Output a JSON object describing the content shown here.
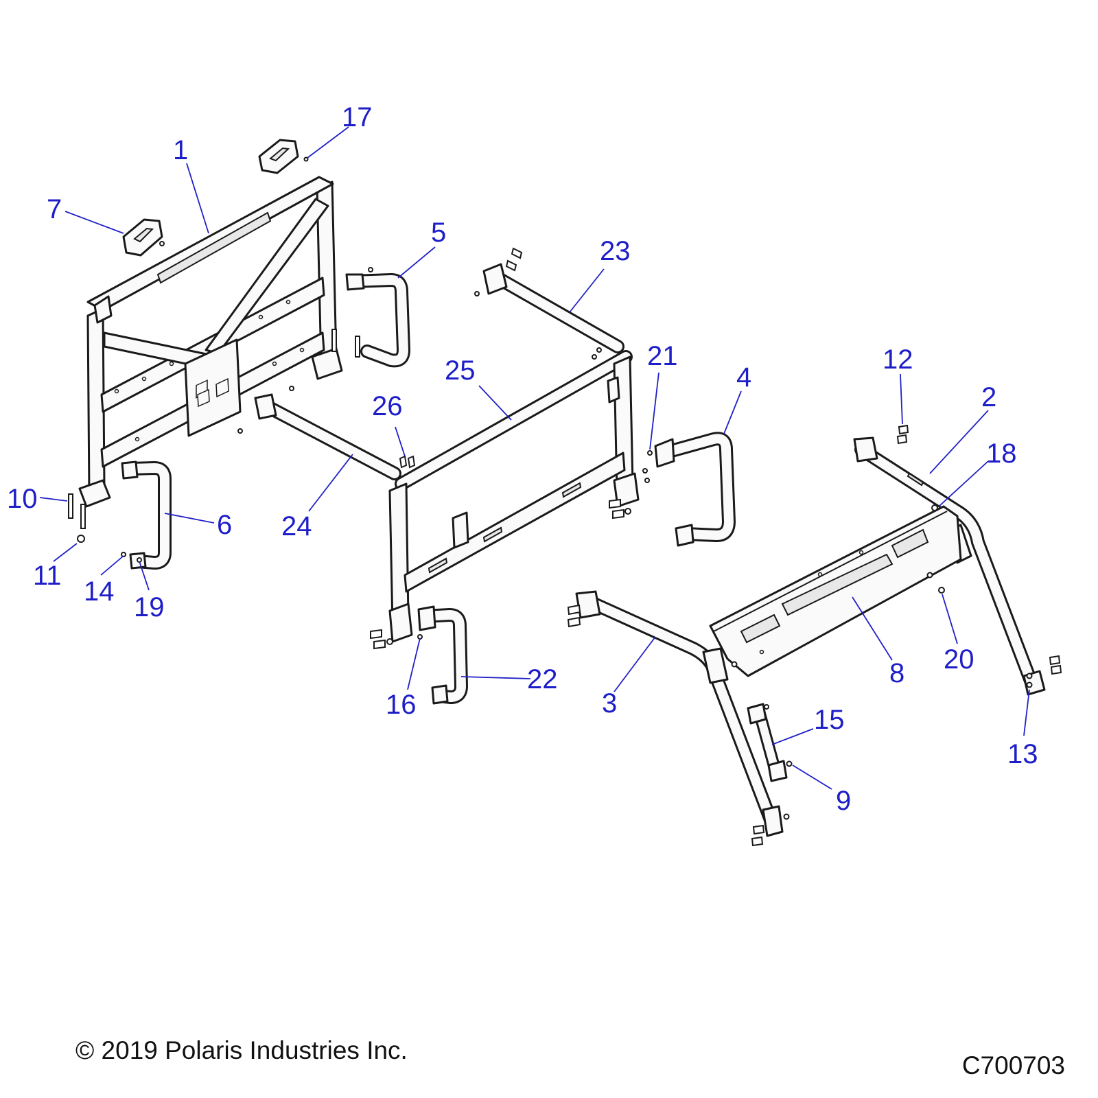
{
  "callouts": [
    {
      "id": "1",
      "label": "1"
    },
    {
      "id": "2",
      "label": "2"
    },
    {
      "id": "3",
      "label": "3"
    },
    {
      "id": "4",
      "label": "4"
    },
    {
      "id": "5",
      "label": "5"
    },
    {
      "id": "6",
      "label": "6"
    },
    {
      "id": "7",
      "label": "7"
    },
    {
      "id": "8",
      "label": "8"
    },
    {
      "id": "9",
      "label": "9"
    },
    {
      "id": "10",
      "label": "10"
    },
    {
      "id": "11",
      "label": "11"
    },
    {
      "id": "12",
      "label": "12"
    },
    {
      "id": "13",
      "label": "13"
    },
    {
      "id": "14",
      "label": "14"
    },
    {
      "id": "15",
      "label": "15"
    },
    {
      "id": "16",
      "label": "16"
    },
    {
      "id": "17",
      "label": "17"
    },
    {
      "id": "18",
      "label": "18"
    },
    {
      "id": "19",
      "label": "19"
    },
    {
      "id": "20",
      "label": "20"
    },
    {
      "id": "21",
      "label": "21"
    },
    {
      "id": "22",
      "label": "22"
    },
    {
      "id": "23",
      "label": "23"
    },
    {
      "id": "24",
      "label": "24"
    },
    {
      "id": "25",
      "label": "25"
    },
    {
      "id": "26",
      "label": "26"
    }
  ],
  "footer": {
    "copyright": "© 2019 Polaris Industries Inc.",
    "figure_code": "C700703"
  },
  "colors": {
    "callout": "#1e1ec8",
    "linework": "#1a1a1a",
    "background": "#ffffff"
  }
}
